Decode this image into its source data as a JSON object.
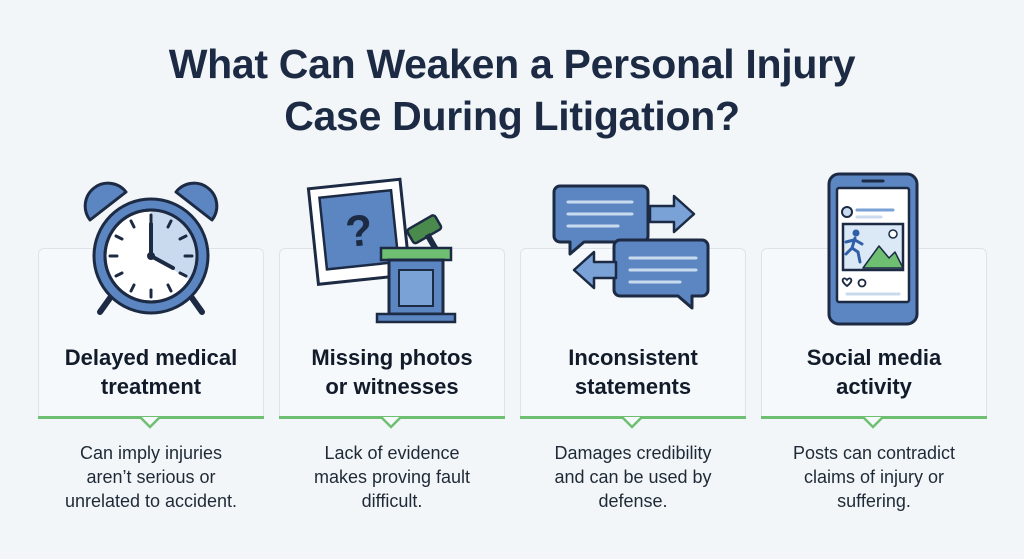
{
  "title": {
    "line1": "What Can Weaken a Personal Injury",
    "line2": "Case During Litigation?"
  },
  "colors": {
    "accent_green": "#6fbf73",
    "icon_blue": "#5b86c2",
    "outline_navy": "#1c2a44"
  },
  "cards": [
    {
      "icon": "alarm-clock-icon",
      "heading": [
        "Delayed medical",
        "treatment"
      ],
      "description": [
        "Can imply injuries",
        "aren’t serious or",
        "unrelated to accident."
      ]
    },
    {
      "icon": "missing-photo-gavel-icon",
      "heading": [
        "Missing photos",
        "or witnesses"
      ],
      "description": [
        "Lack of evidence",
        "makes proving fault",
        "difficult."
      ]
    },
    {
      "icon": "conflicting-messages-icon",
      "heading": [
        "Inconsistent",
        "statements"
      ],
      "description": [
        "Damages credibility",
        "and can be used by",
        "defense."
      ]
    },
    {
      "icon": "smartphone-social-post-icon",
      "heading": [
        "Social media",
        "activity"
      ],
      "description": [
        "Posts can contradict",
        "claims of injury or",
        "suffering."
      ]
    }
  ]
}
